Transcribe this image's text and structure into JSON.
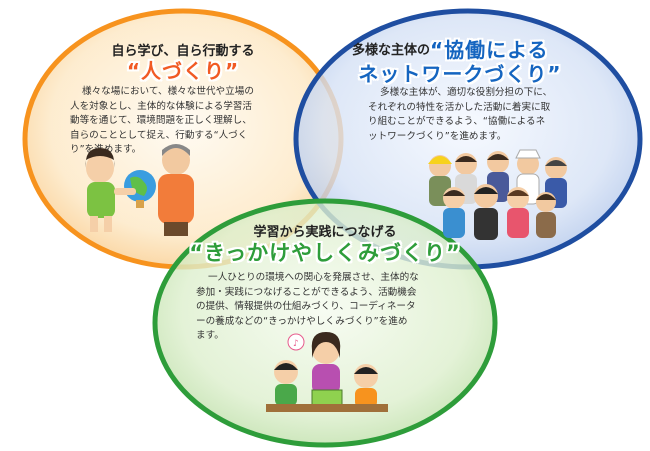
{
  "circles": {
    "hito": {
      "heading": "自ら学び、自ら行動する",
      "title": "“人づくり”",
      "lines": [
        "様々な場において、様々な世代や立場の",
        "人を対象とし、主体的な体験による学習活",
        "動等を通じて、環境問題を正しく理解し、",
        "自らのこととして捉え、行動する“人づく",
        "り”を進めます。"
      ],
      "color": "#f7931e"
    },
    "network": {
      "heading_prefix": "多様な主体の",
      "title_line1": "“協働による",
      "title_line2": "ネットワークづくり”",
      "lines": [
        "多様な主体が、適切な役割分担の下に、",
        "それぞれの特性を活かした活動に着実に取",
        "り組むことができるよう、“協働によるネ",
        "ットワークづくり”を進めます。"
      ],
      "color": "#1f4ea1"
    },
    "kikkake": {
      "heading": "学習から実践につなげる",
      "title": "“きっかけやしくみづくり”",
      "lines": [
        "一人ひとりの環境への関心を発展させ、主体的な",
        "参加・実践につなげることができるよう、活動機会",
        "の提供、情報提供の仕組みづくり、コーディネータ",
        "ーの養成などの“きっかけやしくみづくり”を進め",
        "ます。"
      ],
      "color": "#2e9d3a"
    }
  }
}
